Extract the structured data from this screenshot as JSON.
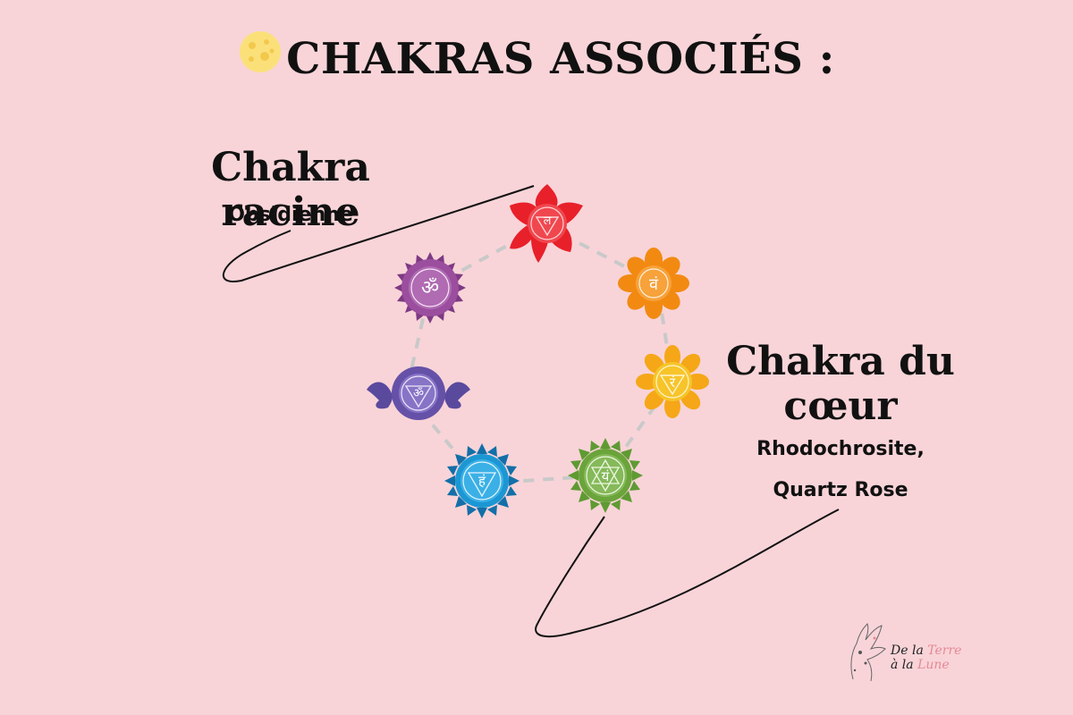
{
  "header": {
    "title": "CHAKRAS ASSOCIÉS :"
  },
  "labels": {
    "racine": {
      "title": "Chakra racine",
      "stones": "Obsidienne"
    },
    "coeur": {
      "title_line1": "Chakra du",
      "title_line2": "cœur",
      "stones_line1": "Rhodochrosite,",
      "stones_line2": "Quartz Rose"
    }
  },
  "logo": {
    "part1": "De la",
    "part2": "Terre",
    "part3": "à la",
    "part4": "Lune"
  },
  "chakras": [
    {
      "name": "racine",
      "color": "#e8202a",
      "symbol": "ल"
    },
    {
      "name": "sacre",
      "color": "#f28a12",
      "symbol": "वं"
    },
    {
      "name": "plexus",
      "color": "#f7b21d",
      "symbol": "रं"
    },
    {
      "name": "coeur",
      "color": "#6aa43a",
      "symbol": "यं"
    },
    {
      "name": "gorge",
      "color": "#1b97d3",
      "symbol": "हं"
    },
    {
      "name": "troisieme-oeil",
      "color": "#6651a8",
      "symbol": "ॐ"
    },
    {
      "name": "couronne",
      "color": "#9b4e9e",
      "symbol": "ॐ"
    }
  ],
  "colors": {
    "background": "#f8d4d8",
    "dashes": "#c9c9c9",
    "moon": "#fbe07a"
  }
}
